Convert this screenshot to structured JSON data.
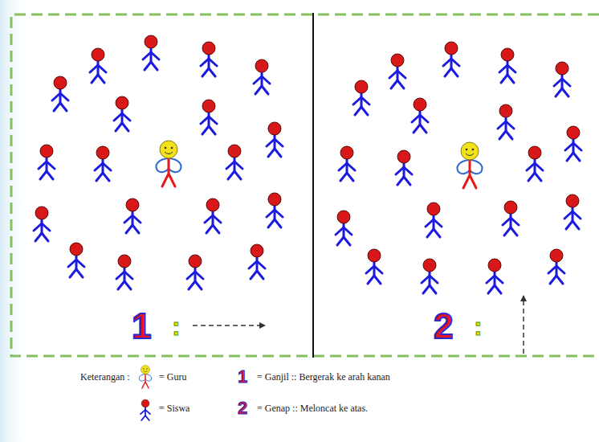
{
  "diagram": {
    "nodes": [
      {
        "text": [
          "1",
          ":"
        ]
      },
      {
        "text": [
          "2",
          ":"
        ]
      }
    ],
    "labels": [
      "Keterangan :",
      "1",
      "2"
    ],
    "legend": [
      {
        "text": "= Guru"
      },
      {
        "text": "= Ganjil :: Bergerak ke arah kanan"
      },
      {
        "text": "= Siswa"
      },
      {
        "text": "= Genap :: Meloncat ke atas."
      }
    ]
  }
}
